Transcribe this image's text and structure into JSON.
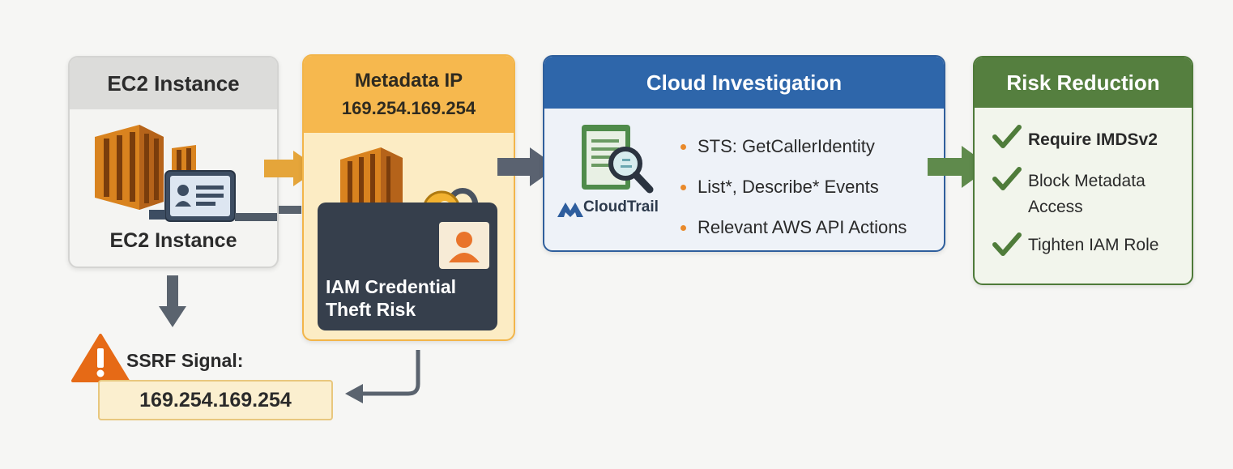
{
  "ec2": {
    "title": "EC2 Instance",
    "bottom_label": "EC2 Instance"
  },
  "metadata": {
    "title": "Metadata IP",
    "ip": "169.254.169.254",
    "risk_label_1": "IAM Credential",
    "risk_label_2": "Theft Risk"
  },
  "cloud": {
    "title": "Cloud Investigation",
    "logo_label": "CloudTrail",
    "bullets": [
      "STS: GetCallerIdentity",
      "List*, Describe* Events",
      "Relevant AWS API Actions"
    ]
  },
  "risk": {
    "title": "Risk Reduction",
    "items": [
      "Require IMDSv2",
      "Block Metadata",
      "Access",
      "Tighten IAM Role"
    ]
  },
  "ssrf": {
    "label": "SSRF Signal:",
    "value": "169.254.169.254"
  },
  "colors": {
    "aws_orange": "#d97a1e",
    "metadata_accent": "#f6b84e",
    "cloud_accent": "#2e66aa",
    "risk_accent": "#557f3f",
    "warning": "#e66a16"
  }
}
